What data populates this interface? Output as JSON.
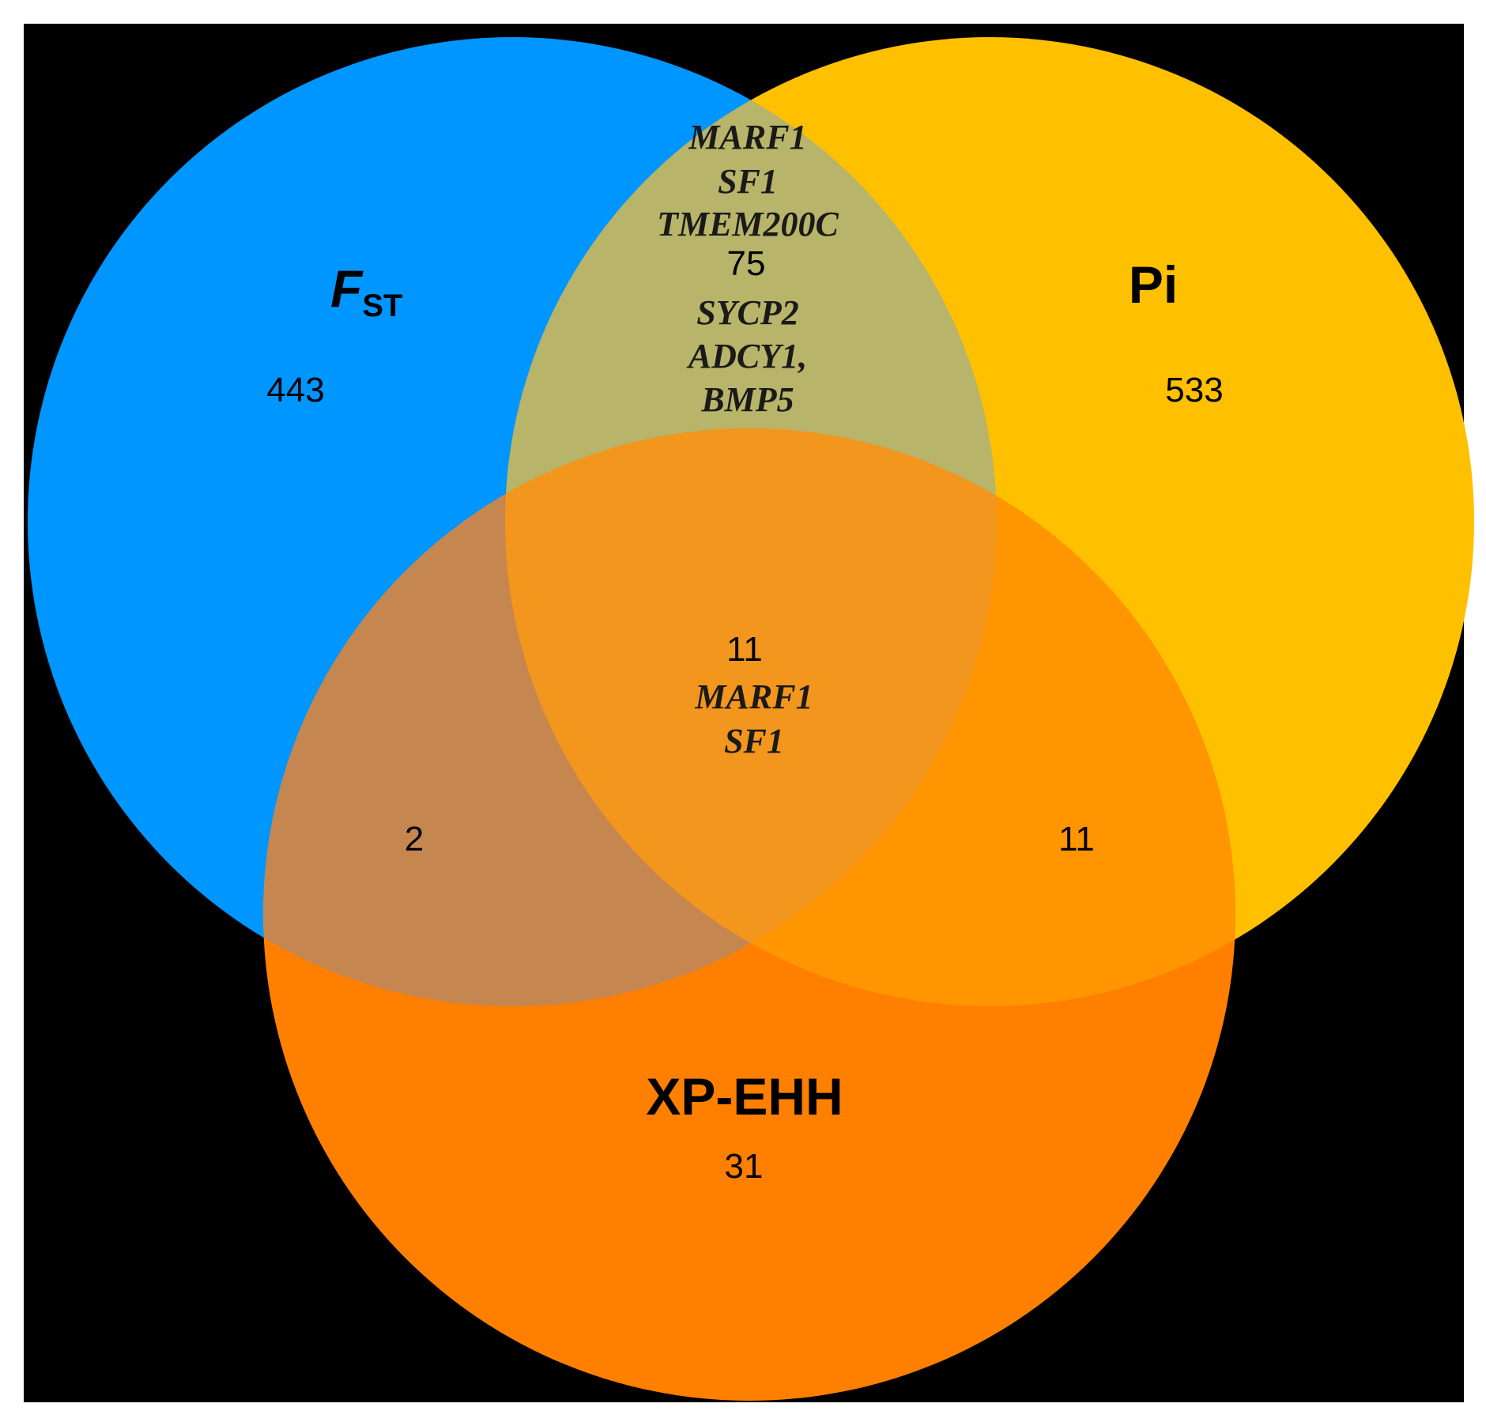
{
  "colors": {
    "background": "#000000",
    "fst": "#0096FF",
    "pi": "#FFC000",
    "xpehh": "#FF7F00",
    "fst_pi": "#B8B46A",
    "fst_xpehh": "#C58650",
    "pi_xpehh": "#FF9500",
    "all": "#F2961E"
  },
  "sets": {
    "fst": {
      "label_main": "F",
      "label_sub": "ST"
    },
    "pi": {
      "label": "Pi"
    },
    "xpehh": {
      "label": "XP-EHH"
    }
  },
  "regions": {
    "fst_only": {
      "count": "443"
    },
    "pi_only": {
      "count": "533"
    },
    "xpehh_only": {
      "count": "31"
    },
    "fst_pi": {
      "count": "75",
      "genes_above": [
        "MARF1",
        "SF1",
        "TMEM200C"
      ],
      "genes_below": [
        "SYCP2",
        "ADCY1,",
        "BMP5"
      ]
    },
    "fst_xpehh": {
      "count": "2"
    },
    "pi_xpehh": {
      "count": "11"
    },
    "all": {
      "count": "11",
      "genes": [
        "MARF1",
        "SF1"
      ]
    }
  }
}
